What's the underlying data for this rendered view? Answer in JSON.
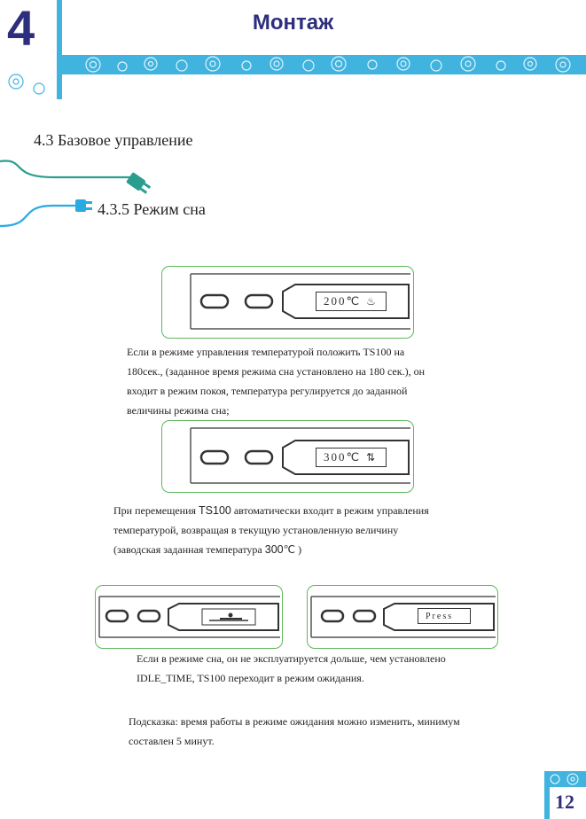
{
  "header": {
    "chapter_number": "4",
    "title": "Монтаж"
  },
  "section": {
    "title": "4.3 Базовое управление",
    "subtitle": "4.3.5 Режим сна"
  },
  "screens": {
    "screen1": {
      "lcd_text": "200℃",
      "icon": "heat-waves-icon"
    },
    "screen2": {
      "lcd_text": "300℃",
      "icon": "temperature-bars-icon"
    },
    "screen3": {
      "icon": "sleeping-person-icon"
    },
    "screen4": {
      "lcd_text": "Press"
    }
  },
  "paragraphs": {
    "p1_line1": "Если в режиме управления температурой положить TS100 на",
    "p1_line2": "180сек., (заданное время режима сна установлено на 180 сек.), он",
    "p1_line3": "входит в режим покоя, температура регулируется до заданной",
    "p1_line4": "величины режима сна;",
    "p2_line1_a": "При перемещения ",
    "p2_line1_b": "TS100",
    "p2_line1_c": " автоматически входит в режим управления",
    "p2_line2": "температурой,  возвращая в текущую установленную величину",
    "p2_line3_a": "(заводская заданная температура ",
    "p2_line3_b": "300",
    "p2_line3_c": "℃ )",
    "p3_line1": "Если в режиме сна, он не эксплуатируется дольше, чем установлено",
    "p3_line2": "IDLE_TIME, TS100 переходит в режим ожидания.",
    "p4_line1": "Подсказка: время работы в режиме ожидания можно изменить, минимум",
    "p4_line2": "составлен 5 минут."
  },
  "footer": {
    "page_number": "12"
  },
  "colors": {
    "brand_blue": "#2e2e7e",
    "accent_cyan": "#40b3df",
    "panel_green": "#5cb85c",
    "cord_teal": "#2a9d8f"
  }
}
